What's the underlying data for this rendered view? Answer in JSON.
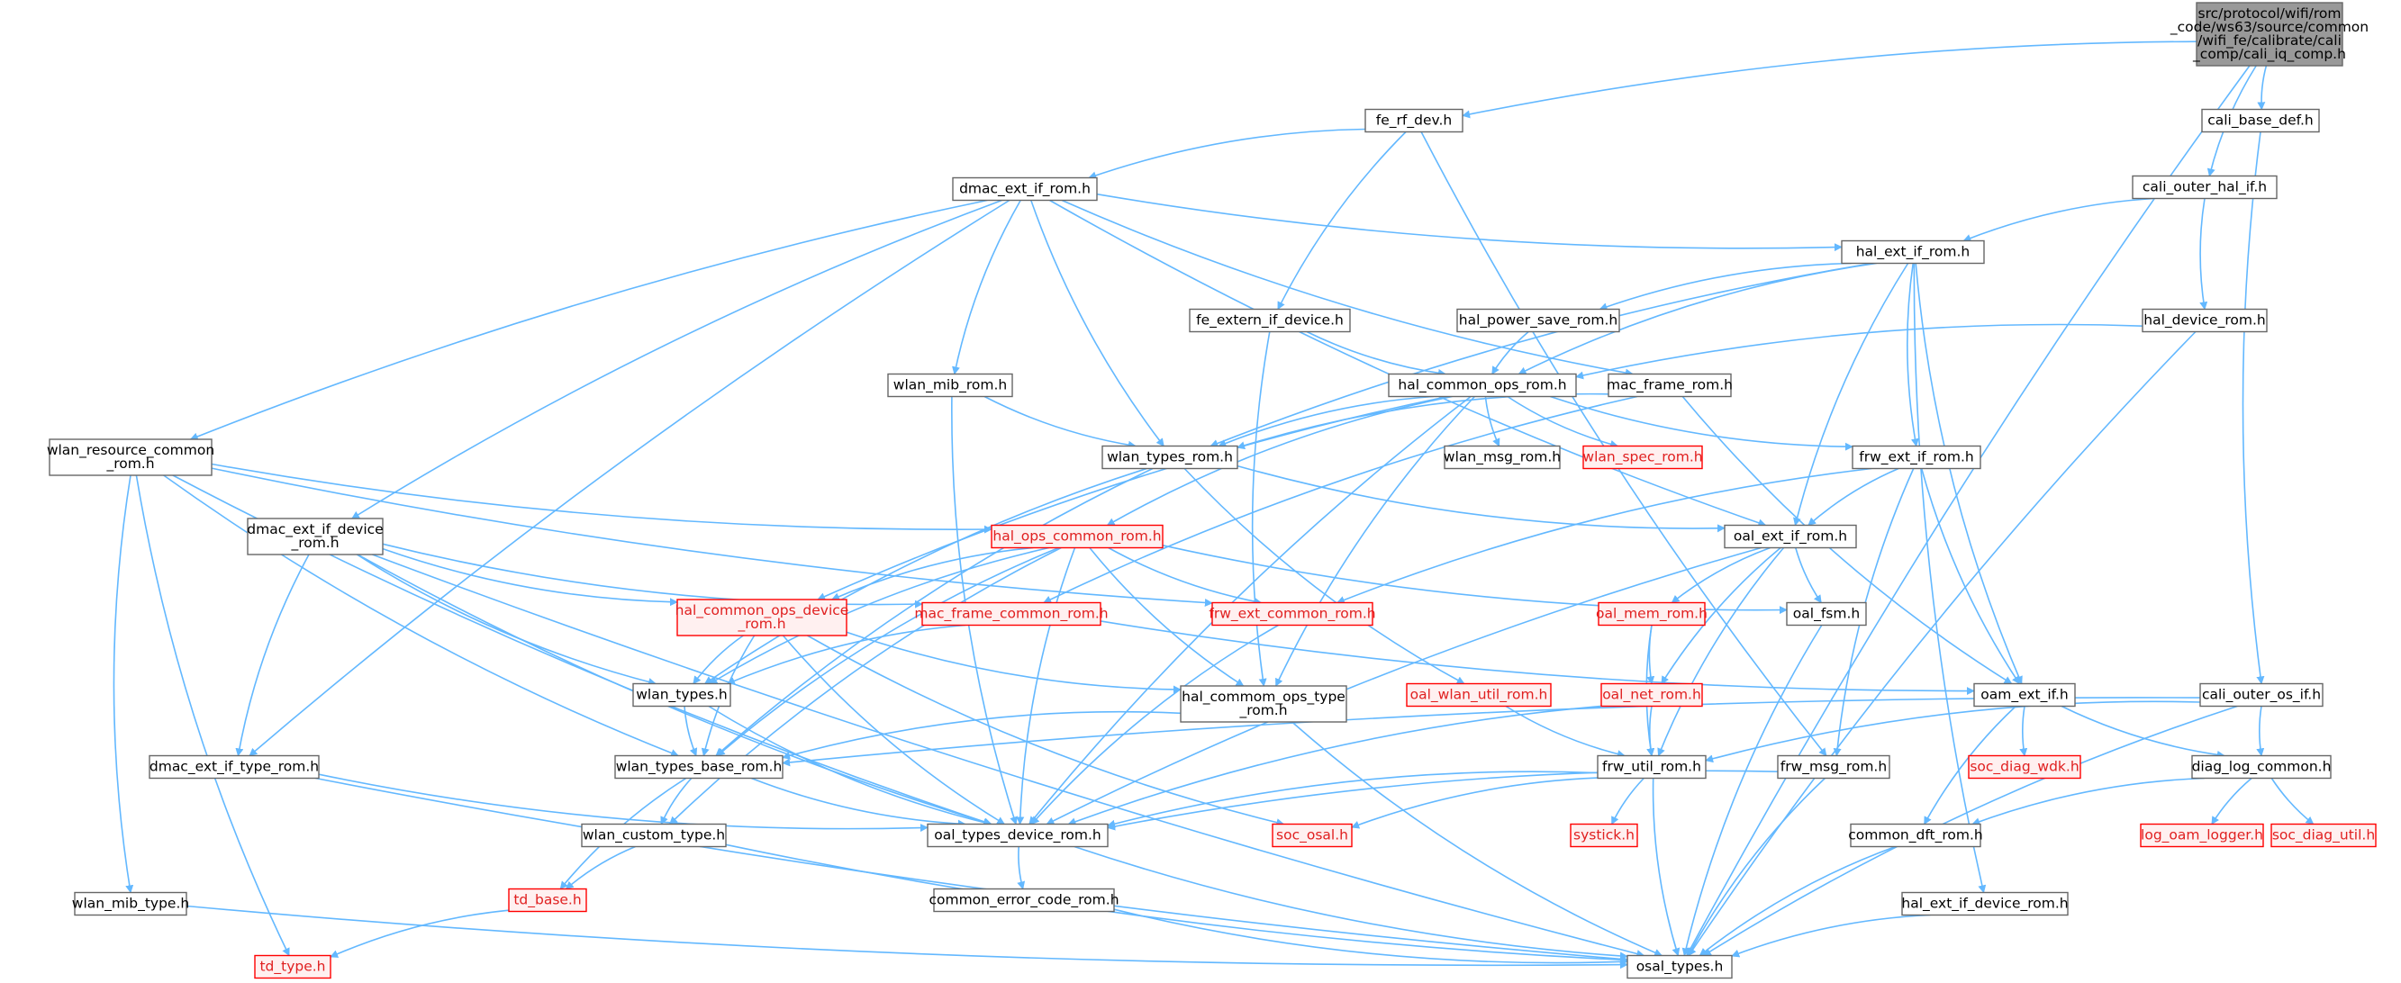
{
  "graph": {
    "title": "",
    "edge_color": "#63b8ff",
    "node_border": "#666666",
    "node_fill": "#ffffff",
    "root_fill": "#999999",
    "missing_border": "#ff0000",
    "missing_fill": "#fff0f0",
    "nodes": [
      {
        "id": "root",
        "lines": [
          "src/protocol/wifi/rom",
          "_code/ws63/source/common",
          "/wifi_fe/calibrate/cali",
          "_comp/cali_iq_comp.h"
        ],
        "style": "root"
      },
      {
        "id": "fe_rf_dev",
        "lines": [
          "fe_rf_dev.h"
        ],
        "style": "normal"
      },
      {
        "id": "cali_base_def",
        "lines": [
          "cali_base_def.h"
        ],
        "style": "normal"
      },
      {
        "id": "dmac_ext_if_rom",
        "lines": [
          "dmac_ext_if_rom.h"
        ],
        "style": "normal"
      },
      {
        "id": "cali_outer_hal_if",
        "lines": [
          "cali_outer_hal_if.h"
        ],
        "style": "normal"
      },
      {
        "id": "hal_ext_if_rom",
        "lines": [
          "hal_ext_if_rom.h"
        ],
        "style": "normal"
      },
      {
        "id": "fe_extern_if_device",
        "lines": [
          "fe_extern_if_device.h"
        ],
        "style": "normal"
      },
      {
        "id": "hal_power_save_rom",
        "lines": [
          "hal_power_save_rom.h"
        ],
        "style": "normal"
      },
      {
        "id": "hal_device_rom",
        "lines": [
          "hal_device_rom.h"
        ],
        "style": "normal"
      },
      {
        "id": "wlan_mib_rom",
        "lines": [
          "wlan_mib_rom.h"
        ],
        "style": "normal"
      },
      {
        "id": "hal_common_ops_rom",
        "lines": [
          "hal_common_ops_rom.h"
        ],
        "style": "normal"
      },
      {
        "id": "mac_frame_rom",
        "lines": [
          "mac_frame_rom.h"
        ],
        "style": "normal"
      },
      {
        "id": "wlan_resource_common_rom",
        "lines": [
          "wlan_resource_common",
          "_rom.h"
        ],
        "style": "normal"
      },
      {
        "id": "wlan_types_rom",
        "lines": [
          "wlan_types_rom.h"
        ],
        "style": "normal"
      },
      {
        "id": "wlan_msg_rom",
        "lines": [
          "wlan_msg_rom.h"
        ],
        "style": "normal"
      },
      {
        "id": "wlan_spec_rom",
        "lines": [
          "wlan_spec_rom.h"
        ],
        "style": "missing"
      },
      {
        "id": "frw_ext_if_rom",
        "lines": [
          "frw_ext_if_rom.h"
        ],
        "style": "normal"
      },
      {
        "id": "dmac_ext_if_device_rom",
        "lines": [
          "dmac_ext_if_device",
          "_rom.h"
        ],
        "style": "normal"
      },
      {
        "id": "hal_ops_common_rom",
        "lines": [
          "hal_ops_common_rom.h"
        ],
        "style": "missing"
      },
      {
        "id": "oal_ext_if_rom",
        "lines": [
          "oal_ext_if_rom.h"
        ],
        "style": "normal"
      },
      {
        "id": "hal_common_ops_device_rom",
        "lines": [
          "hal_common_ops_device",
          "_rom.h"
        ],
        "style": "missing"
      },
      {
        "id": "mac_frame_common_rom",
        "lines": [
          "mac_frame_common_rom.h"
        ],
        "style": "missing"
      },
      {
        "id": "frw_ext_common_rom",
        "lines": [
          "frw_ext_common_rom.h"
        ],
        "style": "missing"
      },
      {
        "id": "oal_mem_rom",
        "lines": [
          "oal_mem_rom.h"
        ],
        "style": "missing"
      },
      {
        "id": "oal_fsm",
        "lines": [
          "oal_fsm.h"
        ],
        "style": "normal"
      },
      {
        "id": "wlan_types",
        "lines": [
          "wlan_types.h"
        ],
        "style": "normal"
      },
      {
        "id": "hal_commom_ops_type_rom",
        "lines": [
          "hal_commom_ops_type",
          "_rom.h"
        ],
        "style": "normal"
      },
      {
        "id": "oal_wlan_util_rom",
        "lines": [
          "oal_wlan_util_rom.h"
        ],
        "style": "missing"
      },
      {
        "id": "oal_net_rom",
        "lines": [
          "oal_net_rom.h"
        ],
        "style": "missing"
      },
      {
        "id": "oam_ext_if",
        "lines": [
          "oam_ext_if.h"
        ],
        "style": "normal"
      },
      {
        "id": "cali_outer_os_if",
        "lines": [
          "cali_outer_os_if.h"
        ],
        "style": "normal"
      },
      {
        "id": "dmac_ext_if_type_rom",
        "lines": [
          "dmac_ext_if_type_rom.h"
        ],
        "style": "normal"
      },
      {
        "id": "wlan_types_base_rom",
        "lines": [
          "wlan_types_base_rom.h"
        ],
        "style": "normal"
      },
      {
        "id": "frw_util_rom",
        "lines": [
          "frw_util_rom.h"
        ],
        "style": "normal"
      },
      {
        "id": "frw_msg_rom",
        "lines": [
          "frw_msg_rom.h"
        ],
        "style": "normal"
      },
      {
        "id": "soc_diag_wdk",
        "lines": [
          "soc_diag_wdk.h"
        ],
        "style": "missing"
      },
      {
        "id": "diag_log_common",
        "lines": [
          "diag_log_common.h"
        ],
        "style": "normal"
      },
      {
        "id": "wlan_custom_type",
        "lines": [
          "wlan_custom_type.h"
        ],
        "style": "normal"
      },
      {
        "id": "oal_types_device_rom",
        "lines": [
          "oal_types_device_rom.h"
        ],
        "style": "normal"
      },
      {
        "id": "soc_osal",
        "lines": [
          "soc_osal.h"
        ],
        "style": "missing"
      },
      {
        "id": "systick",
        "lines": [
          "systick.h"
        ],
        "style": "missing"
      },
      {
        "id": "common_dft_rom",
        "lines": [
          "common_dft_rom.h"
        ],
        "style": "normal"
      },
      {
        "id": "log_oam_logger",
        "lines": [
          "log_oam_logger.h"
        ],
        "style": "missing"
      },
      {
        "id": "soc_diag_util",
        "lines": [
          "soc_diag_util.h"
        ],
        "style": "missing"
      },
      {
        "id": "td_base",
        "lines": [
          "td_base.h"
        ],
        "style": "missing"
      },
      {
        "id": "common_error_code_rom",
        "lines": [
          "common_error_code_rom.h"
        ],
        "style": "normal"
      },
      {
        "id": "wlan_mib_type",
        "lines": [
          "wlan_mib_type.h"
        ],
        "style": "normal"
      },
      {
        "id": "hal_ext_if_device_rom",
        "lines": [
          "hal_ext_if_device_rom.h"
        ],
        "style": "normal"
      },
      {
        "id": "td_type",
        "lines": [
          "td_type.h"
        ],
        "style": "missing"
      },
      {
        "id": "osal_types",
        "lines": [
          "osal_types.h"
        ],
        "style": "normal"
      }
    ],
    "edges": [
      [
        "root",
        "fe_rf_dev"
      ],
      [
        "root",
        "cali_base_def"
      ],
      [
        "root",
        "cali_outer_hal_if"
      ],
      [
        "root",
        "osal_types"
      ],
      [
        "fe_rf_dev",
        "dmac_ext_if_rom"
      ],
      [
        "fe_rf_dev",
        "fe_extern_if_device"
      ],
      [
        "fe_rf_dev",
        "frw_msg_rom"
      ],
      [
        "cali_base_def",
        "cali_outer_os_if"
      ],
      [
        "cali_outer_hal_if",
        "hal_ext_if_rom"
      ],
      [
        "cali_outer_hal_if",
        "hal_device_rom"
      ],
      [
        "dmac_ext_if_rom",
        "hal_ext_if_rom"
      ],
      [
        "dmac_ext_if_rom",
        "wlan_mib_rom"
      ],
      [
        "dmac_ext_if_rom",
        "wlan_resource_common_rom"
      ],
      [
        "dmac_ext_if_rom",
        "dmac_ext_if_device_rom"
      ],
      [
        "dmac_ext_if_rom",
        "dmac_ext_if_type_rom"
      ],
      [
        "dmac_ext_if_rom",
        "wlan_types_rom"
      ],
      [
        "dmac_ext_if_rom",
        "mac_frame_rom"
      ],
      [
        "dmac_ext_if_rom",
        "oal_ext_if_rom"
      ],
      [
        "hal_ext_if_rom",
        "hal_power_save_rom"
      ],
      [
        "hal_ext_if_rom",
        "hal_common_ops_rom"
      ],
      [
        "hal_ext_if_rom",
        "wlan_types_rom"
      ],
      [
        "hal_ext_if_rom",
        "frw_ext_if_rom"
      ],
      [
        "hal_ext_if_rom",
        "oal_ext_if_rom"
      ],
      [
        "hal_ext_if_rom",
        "oam_ext_if"
      ],
      [
        "hal_ext_if_rom",
        "hal_ext_if_device_rom"
      ],
      [
        "fe_extern_if_device",
        "hal_common_ops_rom"
      ],
      [
        "fe_extern_if_device",
        "hal_commom_ops_type_rom"
      ],
      [
        "hal_power_save_rom",
        "hal_common_ops_rom"
      ],
      [
        "hal_device_rom",
        "hal_common_ops_rom"
      ],
      [
        "hal_device_rom",
        "osal_types"
      ],
      [
        "wlan_mib_rom",
        "wlan_types_rom"
      ],
      [
        "wlan_mib_rom",
        "oal_types_device_rom"
      ],
      [
        "hal_common_ops_rom",
        "wlan_types_rom"
      ],
      [
        "hal_common_ops_rom",
        "wlan_msg_rom"
      ],
      [
        "hal_common_ops_rom",
        "wlan_spec_rom"
      ],
      [
        "hal_common_ops_rom",
        "frw_ext_if_rom"
      ],
      [
        "hal_common_ops_rom",
        "hal_ops_common_rom"
      ],
      [
        "hal_common_ops_rom",
        "hal_common_ops_device_rom"
      ],
      [
        "hal_common_ops_rom",
        "hal_commom_ops_type_rom"
      ],
      [
        "hal_common_ops_rom",
        "oal_types_device_rom"
      ],
      [
        "mac_frame_rom",
        "wlan_types_rom"
      ],
      [
        "mac_frame_rom",
        "mac_frame_common_rom"
      ],
      [
        "mac_frame_rom",
        "oam_ext_if"
      ],
      [
        "wlan_resource_common_rom",
        "hal_ops_common_rom"
      ],
      [
        "wlan_resource_common_rom",
        "frw_ext_common_rom"
      ],
      [
        "wlan_resource_common_rom",
        "wlan_types_base_rom"
      ],
      [
        "wlan_resource_common_rom",
        "wlan_mib_type"
      ],
      [
        "wlan_resource_common_rom",
        "td_type"
      ],
      [
        "wlan_resource_common_rom",
        "oal_types_device_rom"
      ],
      [
        "wlan_types_rom",
        "wlan_types"
      ],
      [
        "wlan_types_rom",
        "wlan_types_base_rom"
      ],
      [
        "wlan_types_rom",
        "oal_ext_if_rom"
      ],
      [
        "wlan_types_rom",
        "oal_wlan_util_rom"
      ],
      [
        "frw_ext_if_rom",
        "oal_ext_if_rom"
      ],
      [
        "frw_ext_if_rom",
        "frw_ext_common_rom"
      ],
      [
        "frw_ext_if_rom",
        "oam_ext_if"
      ],
      [
        "frw_ext_if_rom",
        "frw_msg_rom"
      ],
      [
        "dmac_ext_if_device_rom",
        "hal_common_ops_device_rom"
      ],
      [
        "dmac_ext_if_device_rom",
        "mac_frame_common_rom"
      ],
      [
        "dmac_ext_if_device_rom",
        "wlan_types"
      ],
      [
        "dmac_ext_if_device_rom",
        "dmac_ext_if_type_rom"
      ],
      [
        "dmac_ext_if_device_rom",
        "oal_types_device_rom"
      ],
      [
        "dmac_ext_if_device_rom",
        "osal_types"
      ],
      [
        "hal_ops_common_rom",
        "hal_common_ops_device_rom"
      ],
      [
        "hal_ops_common_rom",
        "frw_ext_common_rom"
      ],
      [
        "hal_ops_common_rom",
        "oal_fsm"
      ],
      [
        "hal_ops_common_rom",
        "wlan_types"
      ],
      [
        "hal_ops_common_rom",
        "hal_commom_ops_type_rom"
      ],
      [
        "hal_ops_common_rom",
        "wlan_types_base_rom"
      ],
      [
        "hal_ops_common_rom",
        "oal_types_device_rom"
      ],
      [
        "hal_ops_common_rom",
        "wlan_custom_type"
      ],
      [
        "oal_ext_if_rom",
        "oal_mem_rom"
      ],
      [
        "oal_ext_if_rom",
        "oal_fsm"
      ],
      [
        "oal_ext_if_rom",
        "oal_net_rom"
      ],
      [
        "oal_ext_if_rom",
        "frw_util_rom"
      ],
      [
        "oal_ext_if_rom",
        "oal_types_device_rom"
      ],
      [
        "hal_common_ops_device_rom",
        "wlan_types"
      ],
      [
        "hal_common_ops_device_rom",
        "hal_commom_ops_type_rom"
      ],
      [
        "hal_common_ops_device_rom",
        "wlan_types_base_rom"
      ],
      [
        "hal_common_ops_device_rom",
        "oal_types_device_rom"
      ],
      [
        "hal_common_ops_device_rom",
        "soc_osal"
      ],
      [
        "mac_frame_common_rom",
        "wlan_types"
      ],
      [
        "mac_frame_common_rom",
        "oam_ext_if"
      ],
      [
        "frw_ext_common_rom",
        "oal_types_device_rom"
      ],
      [
        "oal_mem_rom",
        "oal_net_rom"
      ],
      [
        "oal_mem_rom",
        "frw_util_rom"
      ],
      [
        "oal_fsm",
        "osal_types"
      ],
      [
        "wlan_types",
        "wlan_types_base_rom"
      ],
      [
        "wlan_types",
        "oal_types_device_rom"
      ],
      [
        "hal_commom_ops_type_rom",
        "wlan_types_base_rom"
      ],
      [
        "hal_commom_ops_type_rom",
        "osal_types"
      ],
      [
        "oal_wlan_util_rom",
        "frw_util_rom"
      ],
      [
        "oal_net_rom",
        "frw_util_rom"
      ],
      [
        "oal_net_rom",
        "oal_types_device_rom"
      ],
      [
        "oam_ext_if",
        "soc_diag_wdk"
      ],
      [
        "oam_ext_if",
        "diag_log_common"
      ],
      [
        "oam_ext_if",
        "common_dft_rom"
      ],
      [
        "cali_outer_os_if",
        "wlan_types_base_rom"
      ],
      [
        "cali_outer_os_if",
        "frw_util_rom"
      ],
      [
        "cali_outer_os_if",
        "diag_log_common"
      ],
      [
        "cali_outer_os_if",
        "osal_types"
      ],
      [
        "dmac_ext_if_type_rom",
        "oal_types_device_rom"
      ],
      [
        "dmac_ext_if_type_rom",
        "osal_types"
      ],
      [
        "wlan_types_base_rom",
        "wlan_custom_type"
      ],
      [
        "wlan_types_base_rom",
        "oal_types_device_rom"
      ],
      [
        "wlan_types_base_rom",
        "td_base"
      ],
      [
        "frw_util_rom",
        "oal_types_device_rom"
      ],
      [
        "frw_util_rom",
        "soc_osal"
      ],
      [
        "frw_util_rom",
        "systick"
      ],
      [
        "frw_util_rom",
        "osal_types"
      ],
      [
        "frw_msg_rom",
        "oal_types_device_rom"
      ],
      [
        "frw_msg_rom",
        "osal_types"
      ],
      [
        "diag_log_common",
        "common_dft_rom"
      ],
      [
        "diag_log_common",
        "log_oam_logger"
      ],
      [
        "diag_log_common",
        "soc_diag_util"
      ],
      [
        "wlan_custom_type",
        "td_base"
      ],
      [
        "wlan_custom_type",
        "osal_types"
      ],
      [
        "oal_types_device_rom",
        "common_error_code_rom"
      ],
      [
        "oal_types_device_rom",
        "osal_types"
      ],
      [
        "common_dft_rom",
        "osal_types"
      ],
      [
        "td_base",
        "td_type"
      ],
      [
        "common_error_code_rom",
        "osal_types"
      ],
      [
        "wlan_mib_type",
        "osal_types"
      ],
      [
        "hal_ext_if_device_rom",
        "osal_types"
      ]
    ]
  }
}
